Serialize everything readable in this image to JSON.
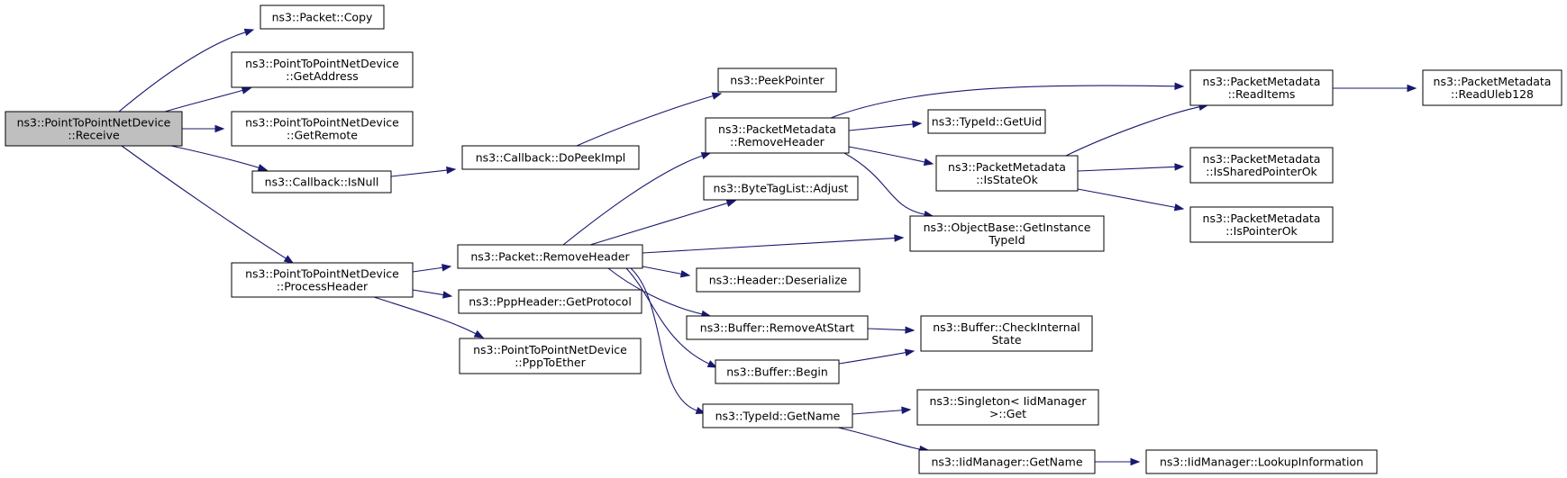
{
  "nodes": {
    "receive": [
      "ns3::PointToPointNetDevice",
      "::Receive"
    ],
    "packet_copy": [
      "ns3::Packet::Copy"
    ],
    "get_address": [
      "ns3::PointToPointNetDevice",
      "::GetAddress"
    ],
    "get_remote": [
      "ns3::PointToPointNetDevice",
      "::GetRemote"
    ],
    "callback_isnull": [
      "ns3::Callback::IsNull"
    ],
    "process_header": [
      "ns3::PointToPointNetDevice",
      "::ProcessHeader"
    ],
    "do_peek_impl": [
      "ns3::Callback::DoPeekImpl"
    ],
    "packet_remove_header": [
      "ns3::Packet::RemoveHeader"
    ],
    "ppp_get_protocol": [
      "ns3::PppHeader::GetProtocol"
    ],
    "ppp_to_ether": [
      "ns3::PointToPointNetDevice",
      "::PppToEther"
    ],
    "peek_pointer": [
      "ns3::PeekPointer"
    ],
    "pm_remove_header": [
      "ns3::PacketMetadata",
      "::RemoveHeader"
    ],
    "bytetaglist_adjust": [
      "ns3::ByteTagList::Adjust"
    ],
    "header_deserialize": [
      "ns3::Header::Deserialize"
    ],
    "buffer_remove_at_start": [
      "ns3::Buffer::RemoveAtStart"
    ],
    "buffer_begin": [
      "ns3::Buffer::Begin"
    ],
    "typeid_get_name": [
      "ns3::TypeId::GetName"
    ],
    "typeid_get_uid": [
      "ns3::TypeId::GetUid"
    ],
    "pm_is_state_ok": [
      "ns3::PacketMetadata",
      "::IsStateOk"
    ],
    "objectbase_get_instance_typeid": [
      "ns3::ObjectBase::GetInstance",
      "TypeId"
    ],
    "buffer_check_internal_state": [
      "ns3::Buffer::CheckInternal",
      "State"
    ],
    "singleton_get": [
      "ns3::Singleton< IidManager",
      " >::Get"
    ],
    "iidmanager_get_name": [
      "ns3::IidManager::GetName"
    ],
    "pm_read_items": [
      "ns3::PacketMetadata",
      "::ReadItems"
    ],
    "pm_is_shared_pointer_ok": [
      "ns3::PacketMetadata",
      "::IsSharedPointerOk"
    ],
    "pm_is_pointer_ok": [
      "ns3::PacketMetadata",
      "::IsPointerOk"
    ],
    "iidmanager_lookup_information": [
      "ns3::IidManager::LookupInformation"
    ],
    "pm_read_uleb128": [
      "ns3::PacketMetadata",
      "::ReadUleb128"
    ]
  },
  "edges": [
    [
      "receive",
      "packet_copy"
    ],
    [
      "receive",
      "get_address"
    ],
    [
      "receive",
      "get_remote"
    ],
    [
      "receive",
      "callback_isnull"
    ],
    [
      "receive",
      "process_header"
    ],
    [
      "callback_isnull",
      "do_peek_impl"
    ],
    [
      "do_peek_impl",
      "peek_pointer"
    ],
    [
      "process_header",
      "packet_remove_header"
    ],
    [
      "process_header",
      "ppp_get_protocol"
    ],
    [
      "process_header",
      "ppp_to_ether"
    ],
    [
      "packet_remove_header",
      "pm_remove_header"
    ],
    [
      "packet_remove_header",
      "bytetaglist_adjust"
    ],
    [
      "packet_remove_header",
      "objectbase_get_instance_typeid"
    ],
    [
      "packet_remove_header",
      "header_deserialize"
    ],
    [
      "packet_remove_header",
      "buffer_remove_at_start"
    ],
    [
      "packet_remove_header",
      "buffer_begin"
    ],
    [
      "packet_remove_header",
      "typeid_get_name"
    ],
    [
      "pm_remove_header",
      "pm_read_items"
    ],
    [
      "pm_remove_header",
      "typeid_get_uid"
    ],
    [
      "pm_remove_header",
      "pm_is_state_ok"
    ],
    [
      "pm_remove_header",
      "objectbase_get_instance_typeid"
    ],
    [
      "pm_is_state_ok",
      "pm_read_items"
    ],
    [
      "pm_is_state_ok",
      "pm_is_shared_pointer_ok"
    ],
    [
      "pm_is_state_ok",
      "pm_is_pointer_ok"
    ],
    [
      "pm_read_items",
      "pm_read_uleb128"
    ],
    [
      "buffer_remove_at_start",
      "buffer_check_internal_state"
    ],
    [
      "buffer_begin",
      "buffer_check_internal_state"
    ],
    [
      "typeid_get_name",
      "singleton_get"
    ],
    [
      "typeid_get_name",
      "iidmanager_get_name"
    ],
    [
      "iidmanager_get_name",
      "iidmanager_lookup_information"
    ]
  ]
}
